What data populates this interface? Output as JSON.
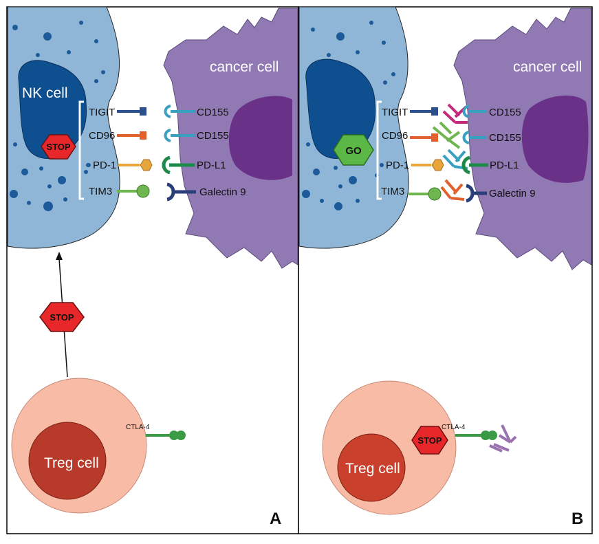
{
  "panels": [
    {
      "letter": "A",
      "nk_cell_label": "NK cell",
      "cancer_cell_label": "cancer cell",
      "treg_cell_label": "Treg cell",
      "nk_sign": "STOP",
      "treg_sign": "STOP",
      "treg_receptor": "CTLA-4",
      "receptors": [
        "TIGIT",
        "CD96",
        "PD-1",
        "TIM3"
      ],
      "ligands": [
        "CD155",
        "CD155",
        "PD-L1",
        "Galectin 9"
      ]
    },
    {
      "letter": "B",
      "cancer_cell_label": "cancer cell",
      "treg_cell_label": "Treg cell",
      "nk_sign": "GO",
      "treg_sign": "STOP",
      "treg_receptor": "CTLA-4",
      "receptors": [
        "TIGIT",
        "CD96",
        "PD-1",
        "TIM3"
      ],
      "ligands": [
        "CD155",
        "CD155",
        "PD-L1",
        "Galectin 9"
      ]
    }
  ],
  "colors": {
    "nk_cytoplasm": "#8fb6d6",
    "nk_nucleus": "#0e4f8f",
    "granule": "#1c5a99",
    "cancer_cytoplasm": "#9179b4",
    "cancer_nucleus": "#6a3189",
    "treg_cytoplasm": "#f8bba5",
    "treg_nucleus": "#c9402c",
    "stop_sign": "#e8272a",
    "go_sign": "#5bb746",
    "tigit": "#2a4f8a",
    "cd96": "#e0602e",
    "pd1": "#e8a53a",
    "tim3": "#6fb550",
    "cd155": "#3aa0c0",
    "pdl1": "#1e8a4a",
    "galectin9": "#2a3e7a",
    "ctla4": "#3b9b45"
  }
}
